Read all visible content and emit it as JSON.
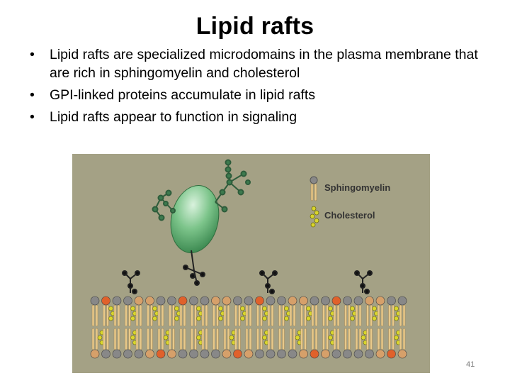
{
  "slide": {
    "title": "Lipid rafts",
    "bullets": [
      "Lipid rafts are specialized microdomains in the plasma membrane that are rich in sphingomyelin and cholesterol",
      "GPI-linked proteins accumulate in lipid rafts",
      "Lipid rafts appear to function in signaling"
    ],
    "bullet_glyph": "•",
    "page_number": "41"
  },
  "figure": {
    "legend": {
      "sphingomyelin_label": "Sphingomyelin",
      "cholesterol_label": "Cholesterol"
    },
    "colors": {
      "background": "#a4a185",
      "protein": "#5fb472",
      "head_gray": "#888888",
      "head_orange": "#e0612b",
      "head_tan": "#d6a06a",
      "tail": "#e8c98a",
      "cholesterol": "#d9d62c",
      "sugar_chain": "#3d7a4e"
    }
  }
}
